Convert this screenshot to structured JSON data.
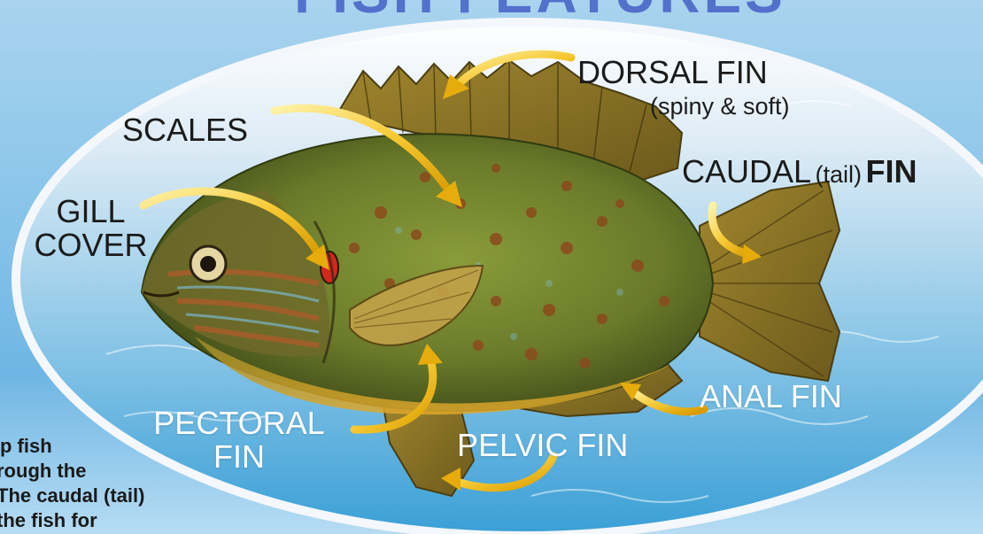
{
  "labels": {
    "dorsal_fin": "DORSAL FIN",
    "dorsal_fin_note": "(spiny & soft)",
    "scales": "SCALES",
    "caudal_prefix": "CAUDAL",
    "caudal_note": "(tail)",
    "caudal_suffix": "FIN",
    "gill_line1": "GILL",
    "gill_line2": "COVER",
    "pectoral_line1": "PECTORAL",
    "pectoral_line2": "FIN",
    "pelvic_fin": "PELVIC FIN",
    "anal_fin": "ANAL FIN"
  },
  "body_text": {
    "line1": "p fish",
    "line2": "rough the",
    "line3": "The caudal (tail)",
    "line4": "the fish for"
  },
  "colors": {
    "arrow": "#f1c232",
    "arrow_dark": "#e0a400",
    "ellipse_rim": "#f2f6fb",
    "water_top": "#e9f3fb",
    "water_bottom": "#4aa8d8",
    "fish_body": "#6f7a2c",
    "fish_belly": "#d9a226",
    "spot": "#8a4a1c"
  }
}
